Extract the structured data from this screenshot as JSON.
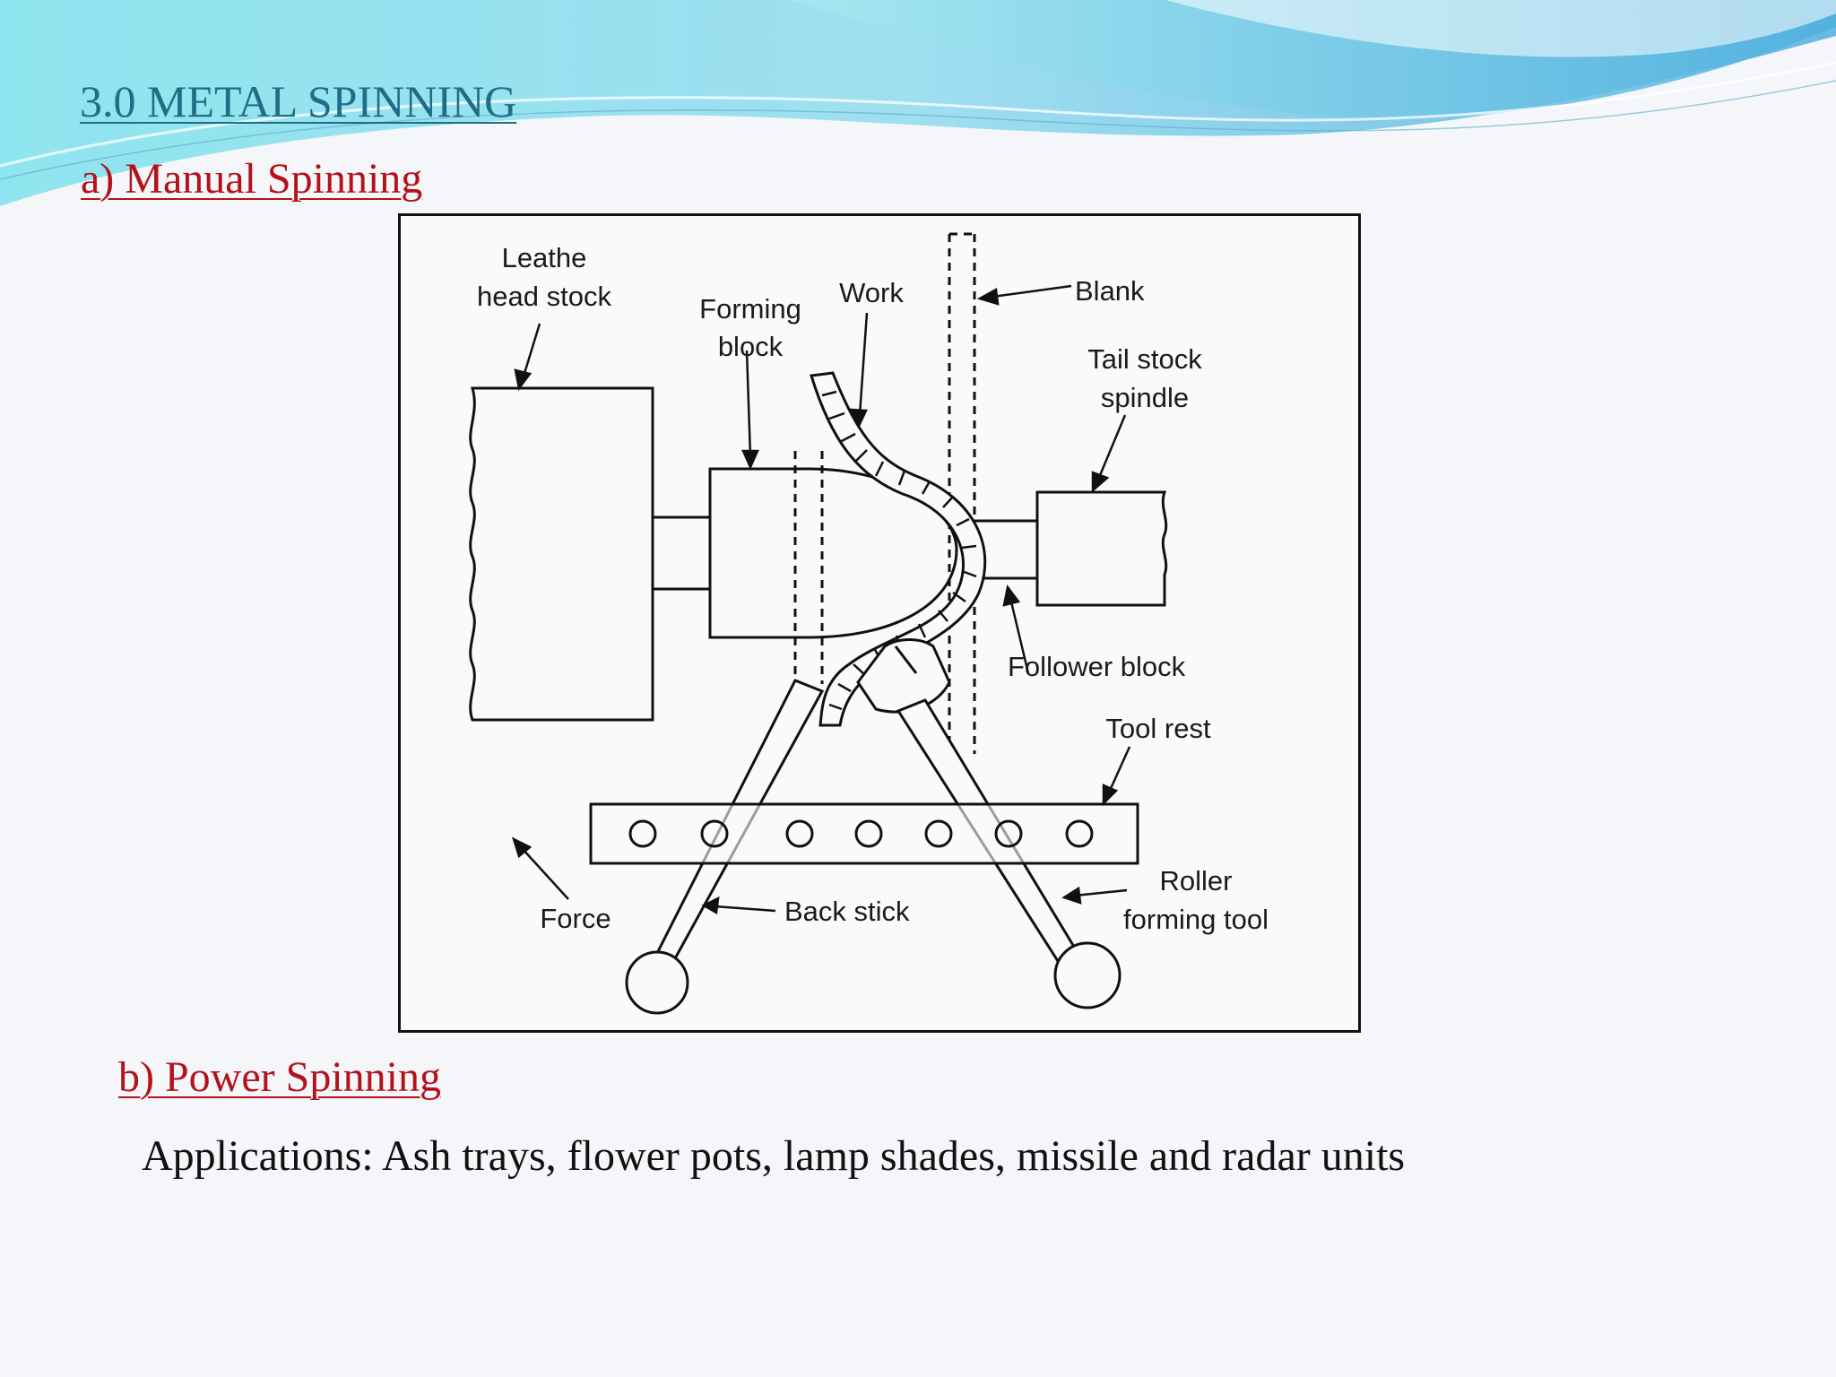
{
  "slide": {
    "title": "3.0 METAL SPINNING",
    "section_a": "a) Manual Spinning",
    "section_b": "b) Power Spinning",
    "applications": "Applications: Ash trays, flower pots, lamp shades, missile and radar units"
  },
  "diagram": {
    "labels": {
      "headstock": [
        "Leathe",
        "head stock"
      ],
      "forming_block": [
        "Forming",
        "block"
      ],
      "work": "Work",
      "blank": "Blank",
      "tailstock": [
        "Tail stock",
        "spindle"
      ],
      "follower_block": "Follower block",
      "tool_rest": "Tool rest",
      "roller_tool": [
        "Roller",
        "forming tool"
      ],
      "back_stick": "Back stick",
      "force": "Force"
    }
  },
  "colors": {
    "title": "#1f6d86",
    "section_heading": "#b3121b",
    "body_text": "#111111",
    "wave_light": "#8fe2ee",
    "wave_dark": "#6ec4e6"
  }
}
